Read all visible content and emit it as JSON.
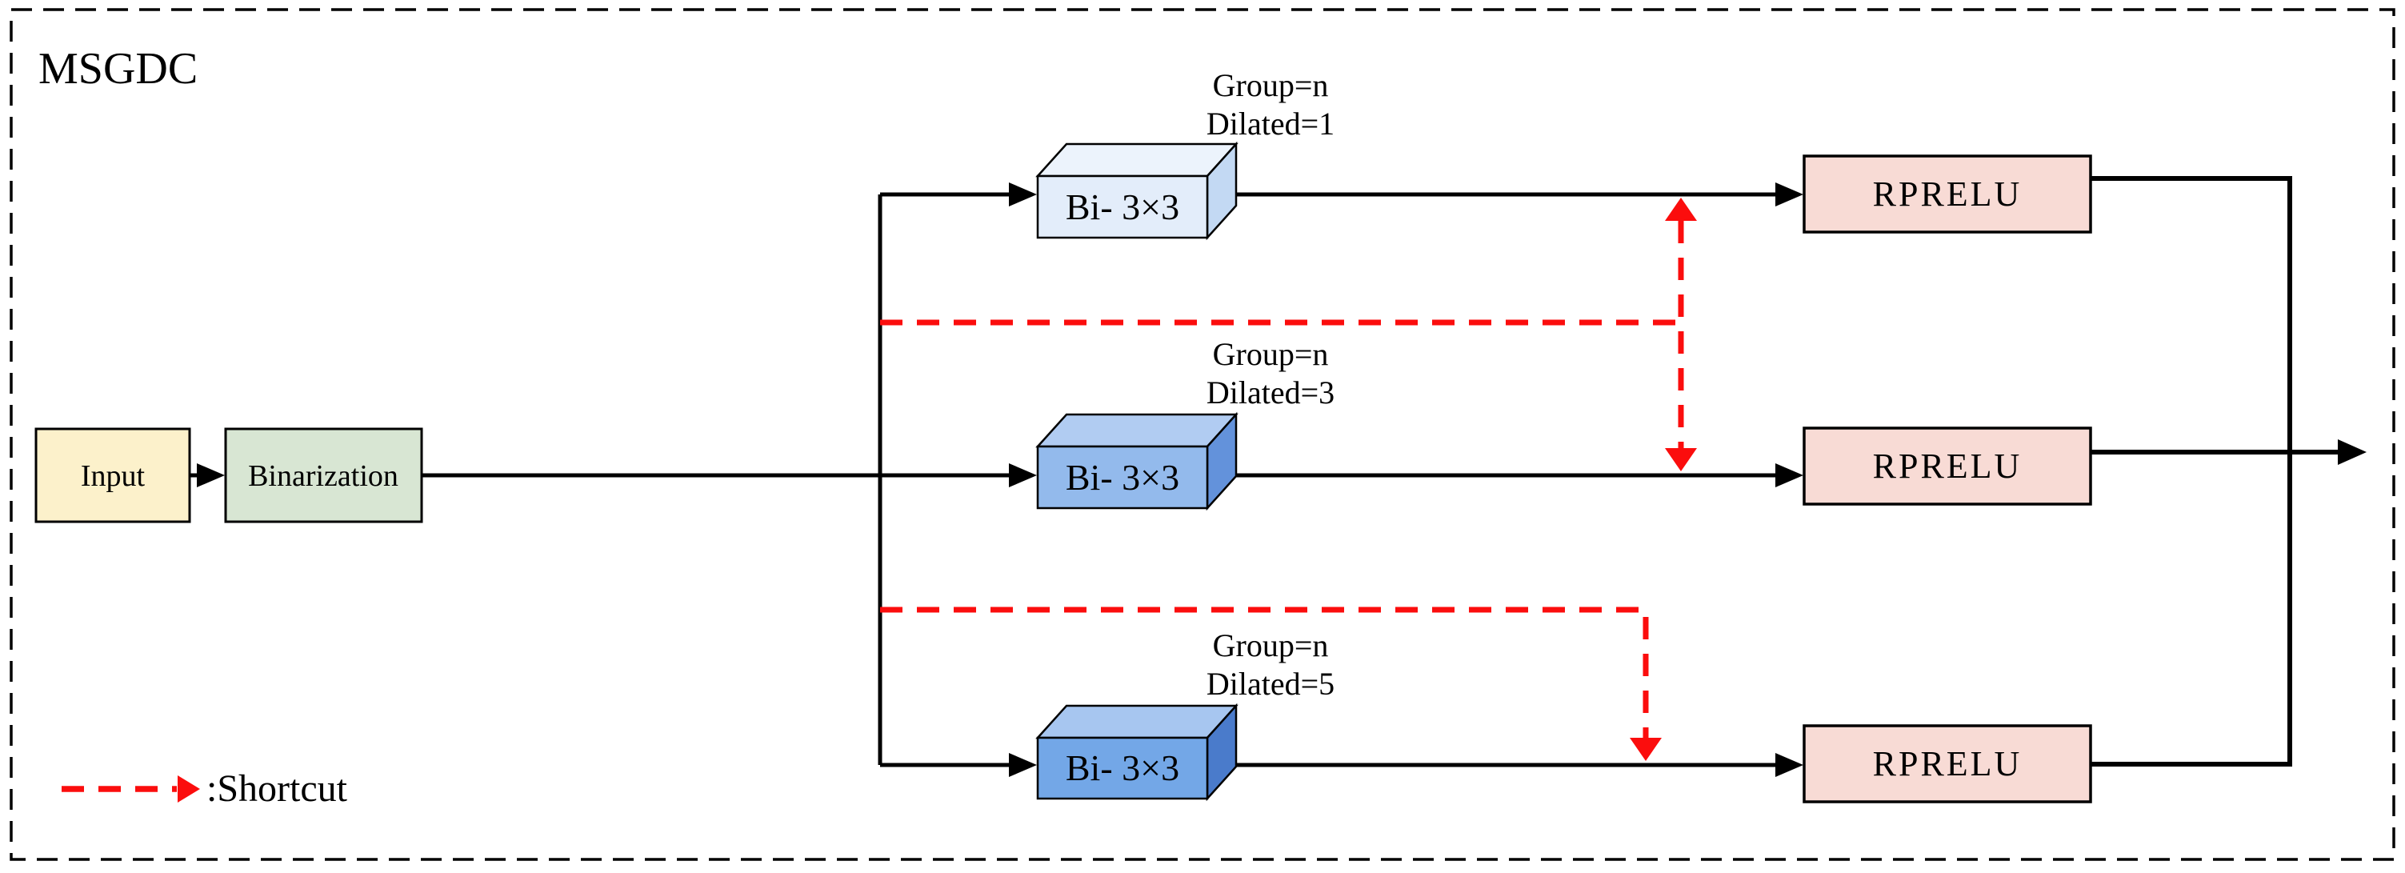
{
  "title": "MSGDC",
  "colors": {
    "background": "#FFFFFF",
    "border": "#000000",
    "line": "#000000",
    "shortcut_red": "#FB0D0D",
    "input_fill": "#FCF1CB",
    "binarization_fill": "#D8E6D3",
    "rprelu_fill": "#F8DBD5",
    "conv_front": [
      "#E3EDFA",
      "#93BAEC",
      "#73A7E7"
    ],
    "conv_top": [
      "#ECF3FC",
      "#B1CCF2",
      "#A7C6F0"
    ],
    "conv_side": [
      "#C3D9F3",
      "#6392DB",
      "#4A7BCB"
    ]
  },
  "nodes": {
    "input": "Input",
    "binarization": "Binarization"
  },
  "branches": [
    {
      "conv": "Bi- 3×3",
      "group": "Group=n",
      "dilated": "Dilated=1",
      "activation": "RPRELU"
    },
    {
      "conv": "Bi- 3×3",
      "group": "Group=n",
      "dilated": "Dilated=3",
      "activation": "RPRELU"
    },
    {
      "conv": "Bi- 3×3",
      "group": "Group=n",
      "dilated": "Dilated=5",
      "activation": "RPRELU"
    }
  ],
  "legend": {
    "shortcut": ":Shortcut"
  }
}
